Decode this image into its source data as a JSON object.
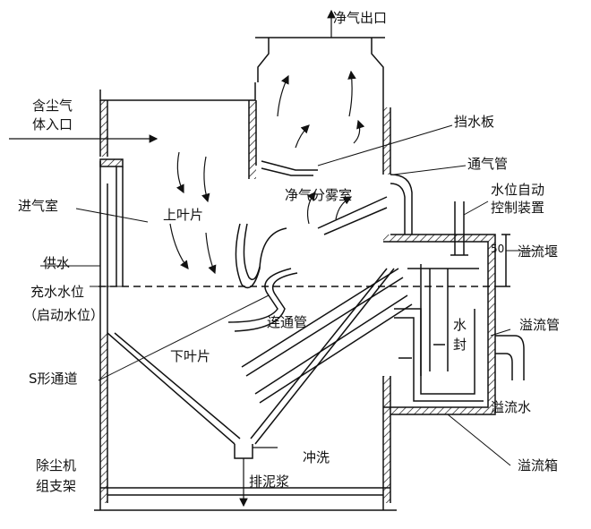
{
  "labels": {
    "clean_gas_outlet": "净气出口",
    "dusty_gas_inlet_1": "含尘气",
    "dusty_gas_inlet_2": "体入口",
    "water_baffle": "挡水板",
    "vent_pipe": "通气管",
    "clean_gas_mist_chamber": "净气分雾室",
    "level_control_1": "水位自动",
    "level_control_2": "控制装置",
    "inlet_chamber": "进气室",
    "upper_blade": "上叶片",
    "dimension_50": "50",
    "overflow_weir": "溢流堰",
    "water_supply": "供水",
    "fill_level": "充水水位",
    "start_level": "（启动水位）",
    "connecting_pipe": "连通管",
    "water_seal_1": "水",
    "water_seal_2": "封",
    "overflow_pipe": "溢流管",
    "lower_blade": "下叶片",
    "s_channel": "S形通道",
    "overflow_water": "溢流水",
    "flush": "冲洗",
    "overflow_tank": "溢流箱",
    "support_1": "除尘机",
    "support_2": "组支架",
    "sludge_discharge": "排泥浆"
  },
  "colors": {
    "line": "#111111",
    "background": "#ffffff"
  }
}
